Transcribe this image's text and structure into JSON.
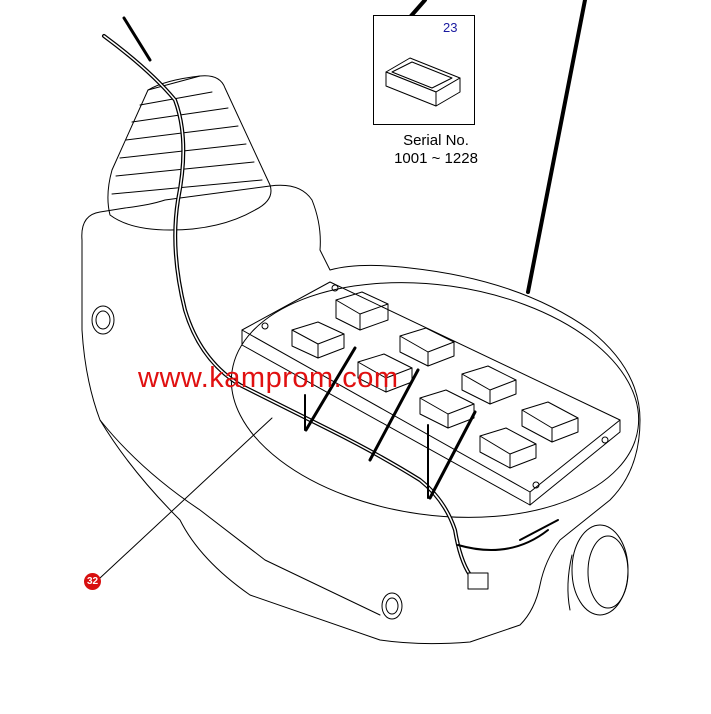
{
  "inset": {
    "part_number": "23",
    "serial_label": "Serial No.",
    "serial_range": "1001 ~ 1228"
  },
  "callout": {
    "part_number": "32",
    "color": "#d81010"
  },
  "watermark": {
    "text": "www.kamprom.com",
    "color": "#e01010"
  }
}
